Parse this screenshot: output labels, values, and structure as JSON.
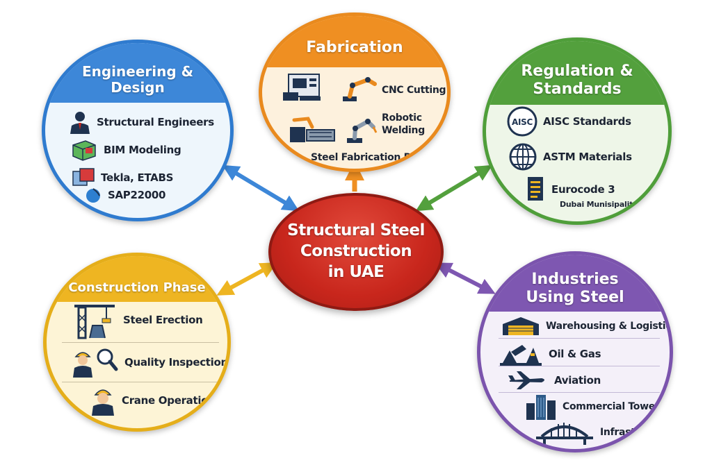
{
  "center": {
    "title": "Structural Steel\nConstruction\nin UAE"
  },
  "engineering": {
    "title": "Engineering &\nDesign",
    "items": [
      "Structural Engineers",
      "BIM Modeling",
      "Tekla, ETABS",
      "SAP22000"
    ]
  },
  "fabrication": {
    "title": "Fabrication",
    "items": [
      "CNC Cutting",
      "Robotic\nWelding",
      "Steel Fabrication Plants"
    ]
  },
  "regulation": {
    "title": "Regulation &\nStandards",
    "items": [
      "AISC Standards",
      "ASTM Materials",
      "Eurocode 3",
      "Dubai Munisipality"
    ],
    "aisc_logo_text": "AISC"
  },
  "construction": {
    "title": "Construction Phase",
    "items": [
      "Steel Erection",
      "Quality Inspection",
      "Crane Operations"
    ]
  },
  "industries": {
    "title": "Industries\nUsing Steel",
    "items": [
      "Warehousing & Logistics",
      "Oil & Gas",
      "Aviation",
      "Commercial Towers",
      "Infrastructure"
    ]
  },
  "colors": {
    "engineering": "#3d87d8",
    "fabrication": "#ef8f22",
    "regulation": "#53a03d",
    "construction": "#eeb522",
    "industries": "#7e57b1",
    "center": "#c8261c",
    "icon_navy": "#1f3350"
  }
}
